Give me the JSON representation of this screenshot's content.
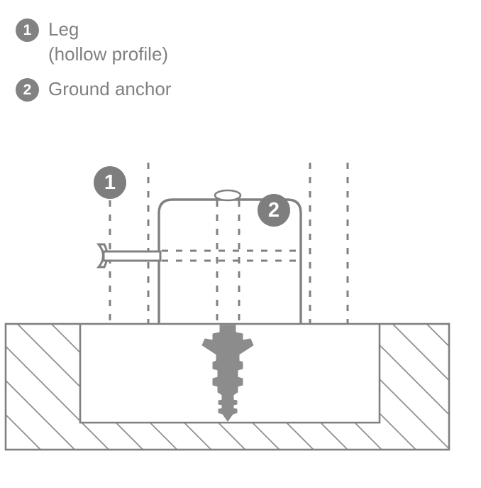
{
  "legend": {
    "items": [
      {
        "number": "1",
        "label": "Leg\n(hollow profile)",
        "badge_name": "legend-badge-1"
      },
      {
        "number": "2",
        "label": "Ground anchor",
        "badge_name": "legend-badge-2"
      }
    ]
  },
  "diagram": {
    "callouts": [
      {
        "number": "1",
        "refers_to": "Leg (hollow profile)"
      },
      {
        "number": "2",
        "refers_to": "Ground anchor"
      }
    ],
    "parts": {
      "leg_profile": "hollow profile leg, rounded-top section",
      "ground_anchor": "barbed wall plug with threaded screw tip",
      "bolt": "flared-head bolt through leg wall",
      "foundation": "hatched concrete foundation with recessed cavity",
      "center_lines": "dashed construction center lines"
    }
  },
  "colors": {
    "background": "#ffffff",
    "stroke": "#808080",
    "badge_fill": "#7e7e7e",
    "badge_text": "#ffffff",
    "legend_text": "#808080",
    "part_fill": "#8c8c8c",
    "hatch": "#8a8a8a"
  }
}
